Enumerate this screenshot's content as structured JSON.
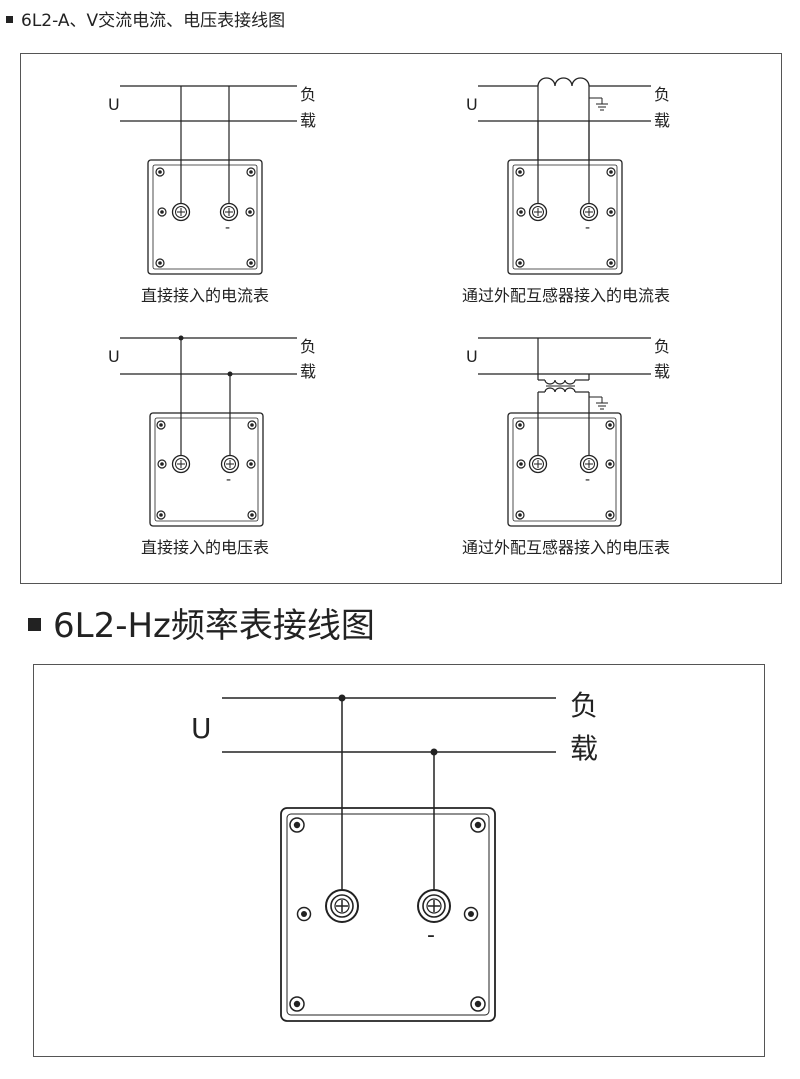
{
  "section1": {
    "title": "6L2-A、V交流电流、电压表接线图",
    "diagrams": [
      {
        "caption": "直接接入的电流表",
        "u_label": "U",
        "load_top": "负",
        "load_bottom": "载"
      },
      {
        "caption": "通过外配互感器接入的电流表",
        "u_label": "U",
        "load_top": "负",
        "load_bottom": "载"
      },
      {
        "caption": "直接接入的电压表",
        "u_label": "U",
        "load_top": "负",
        "load_bottom": "载"
      },
      {
        "caption": "通过外配互感器接入的电压表",
        "u_label": "U",
        "load_top": "负",
        "load_bottom": "载"
      }
    ]
  },
  "section2": {
    "title": "6L2-Hz频率表接线图",
    "diagram": {
      "u_label": "U",
      "load_top": "负",
      "load_bottom": "载"
    }
  },
  "terminal_minus": "-"
}
